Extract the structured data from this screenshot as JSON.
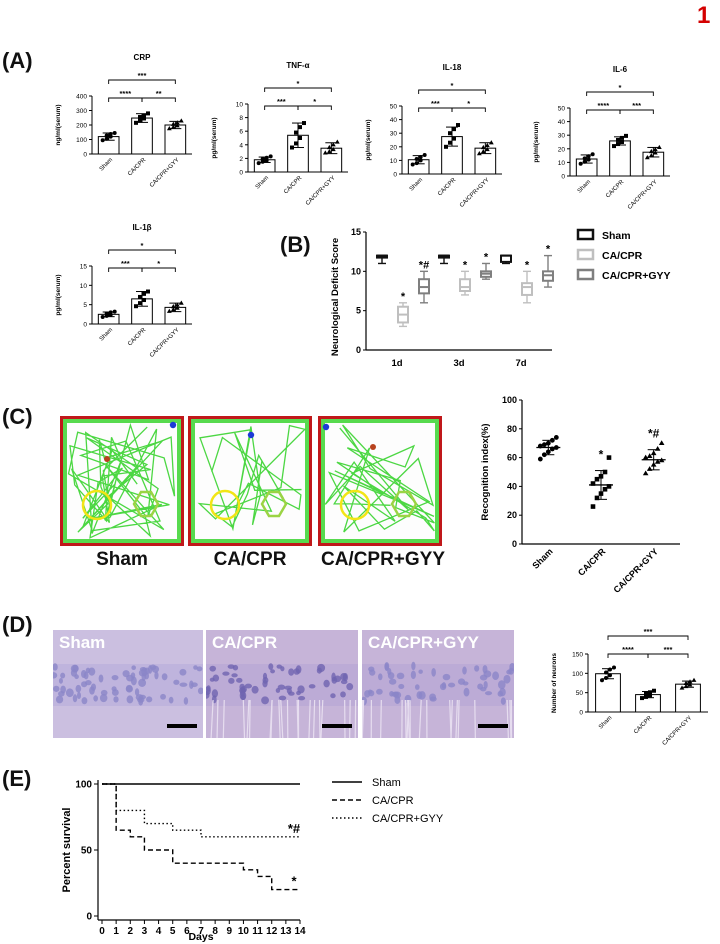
{
  "figure_number": "1",
  "panel_labels": {
    "a": "(A)",
    "b": "(B)",
    "c": "(C)",
    "d": "(D)",
    "e": "(E)"
  },
  "groups": [
    "Sham",
    "CA/CPR",
    "CA/CPR+GYY"
  ],
  "colors": {
    "accent_red": "#d40000",
    "maze_border": "#c0181a",
    "track_green": "#39d32f",
    "zone_yellow": "#f2e516",
    "zone_green": "#9bd444",
    "histology": "#c9b9dc"
  },
  "chart_data": [
    {
      "id": "crp",
      "type": "bar",
      "title": "CRP",
      "ylabel": "ng/ml(serum)",
      "categories": [
        "Sham",
        "CA/CPR",
        "CA/CPR+GYY"
      ],
      "values": [
        120,
        248,
        200
      ],
      "errors": [
        25,
        30,
        25
      ],
      "points": [
        [
          95,
          105,
          120,
          128,
          138,
          145
        ],
        [
          215,
          230,
          245,
          255,
          265,
          280
        ],
        [
          175,
          185,
          195,
          205,
          215,
          228
        ]
      ],
      "ylim": [
        0,
        400
      ],
      "yticks": [
        "0",
        "100",
        "200",
        "300",
        "400"
      ],
      "brackets": [
        {
          "from": 0,
          "to": 1,
          "label": "****"
        },
        {
          "from": 1,
          "to": 2,
          "label": "**"
        },
        {
          "from": 0,
          "to": 2,
          "label": "***"
        }
      ]
    },
    {
      "id": "tnf",
      "type": "bar",
      "title": "TNF-α",
      "ylabel": "pg/ml(serum)",
      "categories": [
        "Sham",
        "CA/CPR",
        "CA/CPR+GYY"
      ],
      "values": [
        1.8,
        5.4,
        3.5
      ],
      "errors": [
        0.4,
        1.8,
        0.8
      ],
      "points": [
        [
          1.3,
          1.5,
          1.7,
          1.9,
          2.1,
          2.3
        ],
        [
          3.6,
          4.2,
          5.0,
          5.8,
          6.6,
          7.2
        ],
        [
          2.8,
          3.0,
          3.3,
          3.6,
          4.0,
          4.4
        ]
      ],
      "ylim": [
        0,
        10
      ],
      "yticks": [
        "0",
        "2",
        "4",
        "6",
        "8",
        "10"
      ],
      "brackets": [
        {
          "from": 0,
          "to": 1,
          "label": "***"
        },
        {
          "from": 1,
          "to": 2,
          "label": "*"
        },
        {
          "from": 0,
          "to": 2,
          "label": "*"
        }
      ]
    },
    {
      "id": "il18",
      "type": "bar",
      "title": "IL-18",
      "ylabel": "pg/ml(serum)",
      "categories": [
        "Sham",
        "CA/CPR",
        "CA/CPR+GYY"
      ],
      "values": [
        10.5,
        27.5,
        19
      ],
      "errors": [
        3,
        7,
        4
      ],
      "points": [
        [
          7,
          8,
          10,
          11,
          12.5,
          14
        ],
        [
          20,
          23,
          26,
          30,
          33,
          36
        ],
        [
          15,
          16.5,
          18,
          19.5,
          21,
          23
        ]
      ],
      "ylim": [
        0,
        50
      ],
      "yticks": [
        "0",
        "10",
        "20",
        "30",
        "40",
        "50"
      ],
      "brackets": [
        {
          "from": 0,
          "to": 1,
          "label": "***"
        },
        {
          "from": 1,
          "to": 2,
          "label": "*"
        },
        {
          "from": 0,
          "to": 2,
          "label": "*"
        }
      ]
    },
    {
      "id": "il6",
      "type": "bar",
      "title": "IL-6",
      "ylabel": "pg/ml(serum)",
      "categories": [
        "Sham",
        "CA/CPR",
        "CA/CPR+GYY"
      ],
      "values": [
        12.5,
        25.8,
        17.5
      ],
      "errors": [
        3,
        3,
        3.5
      ],
      "points": [
        [
          9,
          10.5,
          12,
          13,
          14.5,
          16
        ],
        [
          22,
          23.5,
          25,
          26.5,
          28,
          29.5
        ],
        [
          13.5,
          15,
          17,
          18,
          19.5,
          21
        ]
      ],
      "ylim": [
        0,
        50
      ],
      "yticks": [
        "0",
        "10",
        "20",
        "30",
        "40",
        "50"
      ],
      "brackets": [
        {
          "from": 0,
          "to": 1,
          "label": "****"
        },
        {
          "from": 1,
          "to": 2,
          "label": "***"
        },
        {
          "from": 0,
          "to": 2,
          "label": "*"
        }
      ]
    },
    {
      "id": "il1b",
      "type": "bar",
      "title": "IL-1β",
      "ylabel": "pg/ml(serum)",
      "categories": [
        "Sham",
        "CA/CPR",
        "CA/CPR+GYY"
      ],
      "values": [
        2.5,
        6.5,
        4.3
      ],
      "errors": [
        0.6,
        1.9,
        1.1
      ],
      "points": [
        [
          1.8,
          2.1,
          2.4,
          2.7,
          3.0,
          3.2
        ],
        [
          4.6,
          5.4,
          6.2,
          7.0,
          7.8,
          8.4
        ],
        [
          3.3,
          3.7,
          4.1,
          4.5,
          4.9,
          5.4
        ]
      ],
      "ylim": [
        0,
        15
      ],
      "yticks": [
        "0",
        "5",
        "10",
        "15"
      ],
      "brackets": [
        {
          "from": 0,
          "to": 1,
          "label": "***"
        },
        {
          "from": 1,
          "to": 2,
          "label": "*"
        },
        {
          "from": 0,
          "to": 2,
          "label": "*"
        }
      ]
    },
    {
      "id": "nds",
      "type": "box",
      "title": "",
      "ylabel": "Neurological Deficit Score",
      "categories": [
        "1d",
        "3d",
        "7d"
      ],
      "ylim": [
        0,
        15
      ],
      "yticks": [
        "0",
        "5",
        "10",
        "15"
      ],
      "series": [
        {
          "name": "Sham",
          "color": "#111111",
          "boxes": [
            [
              11,
              12,
              12,
              12,
              12
            ],
            [
              11,
              12,
              12,
              12,
              12
            ],
            [
              11,
              11.2,
              12,
              12,
              12
            ]
          ]
        },
        {
          "name": "CA/CPR",
          "color": "#bfbfbf",
          "boxes": [
            [
              3,
              3.5,
              4.5,
              5.5,
              6
            ],
            [
              7,
              7.5,
              8,
              9,
              10
            ],
            [
              6,
              7,
              8,
              8.5,
              10
            ]
          ]
        },
        {
          "name": "CA/CPR+GYY",
          "color": "#7f7f7f",
          "boxes": [
            [
              6,
              7.2,
              8,
              9,
              10
            ],
            [
              9,
              9.3,
              9.7,
              10,
              11
            ],
            [
              8,
              8.8,
              9.5,
              10,
              12
            ]
          ]
        }
      ],
      "annotations": [
        {
          "category": 0,
          "series": 1,
          "label": "*"
        },
        {
          "category": 0,
          "series": 2,
          "label": "*#"
        },
        {
          "category": 1,
          "series": 1,
          "label": "*"
        },
        {
          "category": 1,
          "series": 2,
          "label": "*"
        },
        {
          "category": 2,
          "series": 1,
          "label": "*"
        },
        {
          "category": 2,
          "series": 2,
          "label": "*"
        }
      ]
    },
    {
      "id": "recognition",
      "type": "scatter",
      "title": "",
      "ylabel": "Recognition index(%)",
      "categories": [
        "Sham",
        "CA/CPR",
        "CA/CPR+GYY"
      ],
      "means": [
        67,
        41,
        58.5
      ],
      "errors": [
        5,
        10,
        7
      ],
      "points": [
        [
          59,
          62,
          64,
          66,
          67,
          68,
          69,
          70,
          72,
          74
        ],
        [
          26,
          32,
          35,
          38,
          40,
          42,
          45,
          47,
          50,
          60
        ],
        [
          49,
          52,
          55,
          57,
          58,
          60,
          61,
          63,
          66,
          70
        ]
      ],
      "ylim": [
        0,
        100
      ],
      "yticks": [
        "0",
        "20",
        "40",
        "60",
        "80",
        "100"
      ],
      "annotations": [
        {
          "category": 1,
          "label": "*"
        },
        {
          "category": 2,
          "label": "*#"
        }
      ]
    },
    {
      "id": "neurons",
      "type": "bar",
      "title": "",
      "ylabel": "Number of neurons",
      "categories": [
        "Sham",
        "CA/CPR",
        "CA/CPR+GYY"
      ],
      "values": [
        99,
        45,
        72
      ],
      "errors": [
        13,
        8,
        8
      ],
      "points": [
        [
          82,
          88,
          95,
          102,
          110,
          115
        ],
        [
          36,
          39,
          43,
          47,
          51,
          55
        ],
        [
          62,
          66,
          70,
          74,
          78,
          82
        ]
      ],
      "ylim": [
        0,
        150
      ],
      "yticks": [
        "0",
        "50",
        "100",
        "150"
      ],
      "brackets": [
        {
          "from": 0,
          "to": 1,
          "label": "****"
        },
        {
          "from": 1,
          "to": 2,
          "label": "***"
        },
        {
          "from": 0,
          "to": 2,
          "label": "***"
        }
      ]
    },
    {
      "id": "survival",
      "type": "line",
      "title": "",
      "xlabel": "Days",
      "ylabel": "Percent survival",
      "xlim": [
        0,
        14
      ],
      "ylim": [
        0,
        100
      ],
      "xticks": [
        "0",
        "1",
        "2",
        "3",
        "4",
        "5",
        "6",
        "7",
        "8",
        "9",
        "10",
        "11",
        "12",
        "13",
        "14"
      ],
      "yticks": [
        "0",
        "50",
        "100"
      ],
      "series": [
        {
          "name": "Sham",
          "dash": "solid",
          "steps": [
            [
              0,
              100
            ],
            [
              14,
              100
            ]
          ]
        },
        {
          "name": "CA/CPR",
          "dash": "dashed",
          "steps": [
            [
              0,
              100
            ],
            [
              1,
              65
            ],
            [
              2,
              60
            ],
            [
              3,
              50
            ],
            [
              5,
              40
            ],
            [
              8,
              40
            ],
            [
              10,
              35
            ],
            [
              11,
              30
            ],
            [
              12,
              20
            ],
            [
              14,
              20
            ]
          ]
        },
        {
          "name": "CA/CPR+GYY",
          "dash": "dotted",
          "steps": [
            [
              0,
              100
            ],
            [
              1,
              80
            ],
            [
              3,
              70
            ],
            [
              5,
              65
            ],
            [
              7,
              60
            ],
            [
              14,
              60
            ]
          ]
        }
      ],
      "annotations": [
        {
          "series": 2,
          "label": "*#"
        },
        {
          "series": 1,
          "label": "*"
        }
      ]
    }
  ]
}
